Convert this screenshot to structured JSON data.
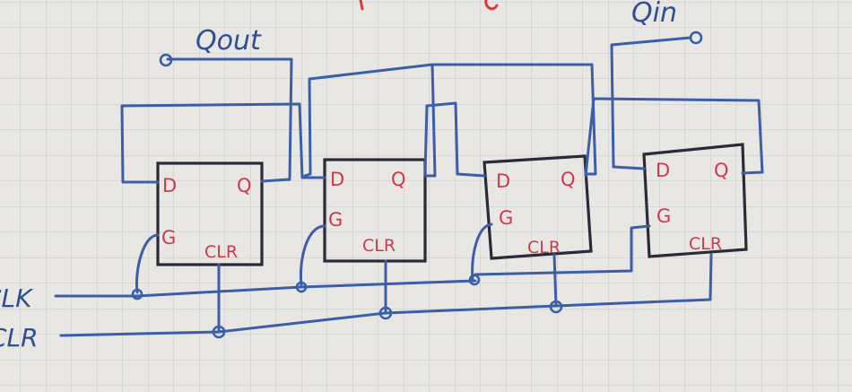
{
  "signals": {
    "q_out": "Qout",
    "q_in": "Qin",
    "clk": "CLK",
    "clr": "CLR"
  },
  "latches": [
    {
      "d": "D",
      "q": "Q",
      "g": "G",
      "clr": "CLR"
    },
    {
      "d": "D",
      "q": "Q",
      "g": "G",
      "clr": "CLR"
    },
    {
      "d": "D",
      "q": "Q",
      "g": "G",
      "clr": "CLR"
    },
    {
      "d": "D",
      "q": "Q",
      "g": "G",
      "clr": "CLR"
    }
  ],
  "colors": {
    "ink_wire": "#3a5fa8",
    "ink_box": "#2a2a38",
    "ink_pin": "#cc3a4c",
    "paper": "#e9e7e4",
    "grid": "#c9c9cc"
  }
}
